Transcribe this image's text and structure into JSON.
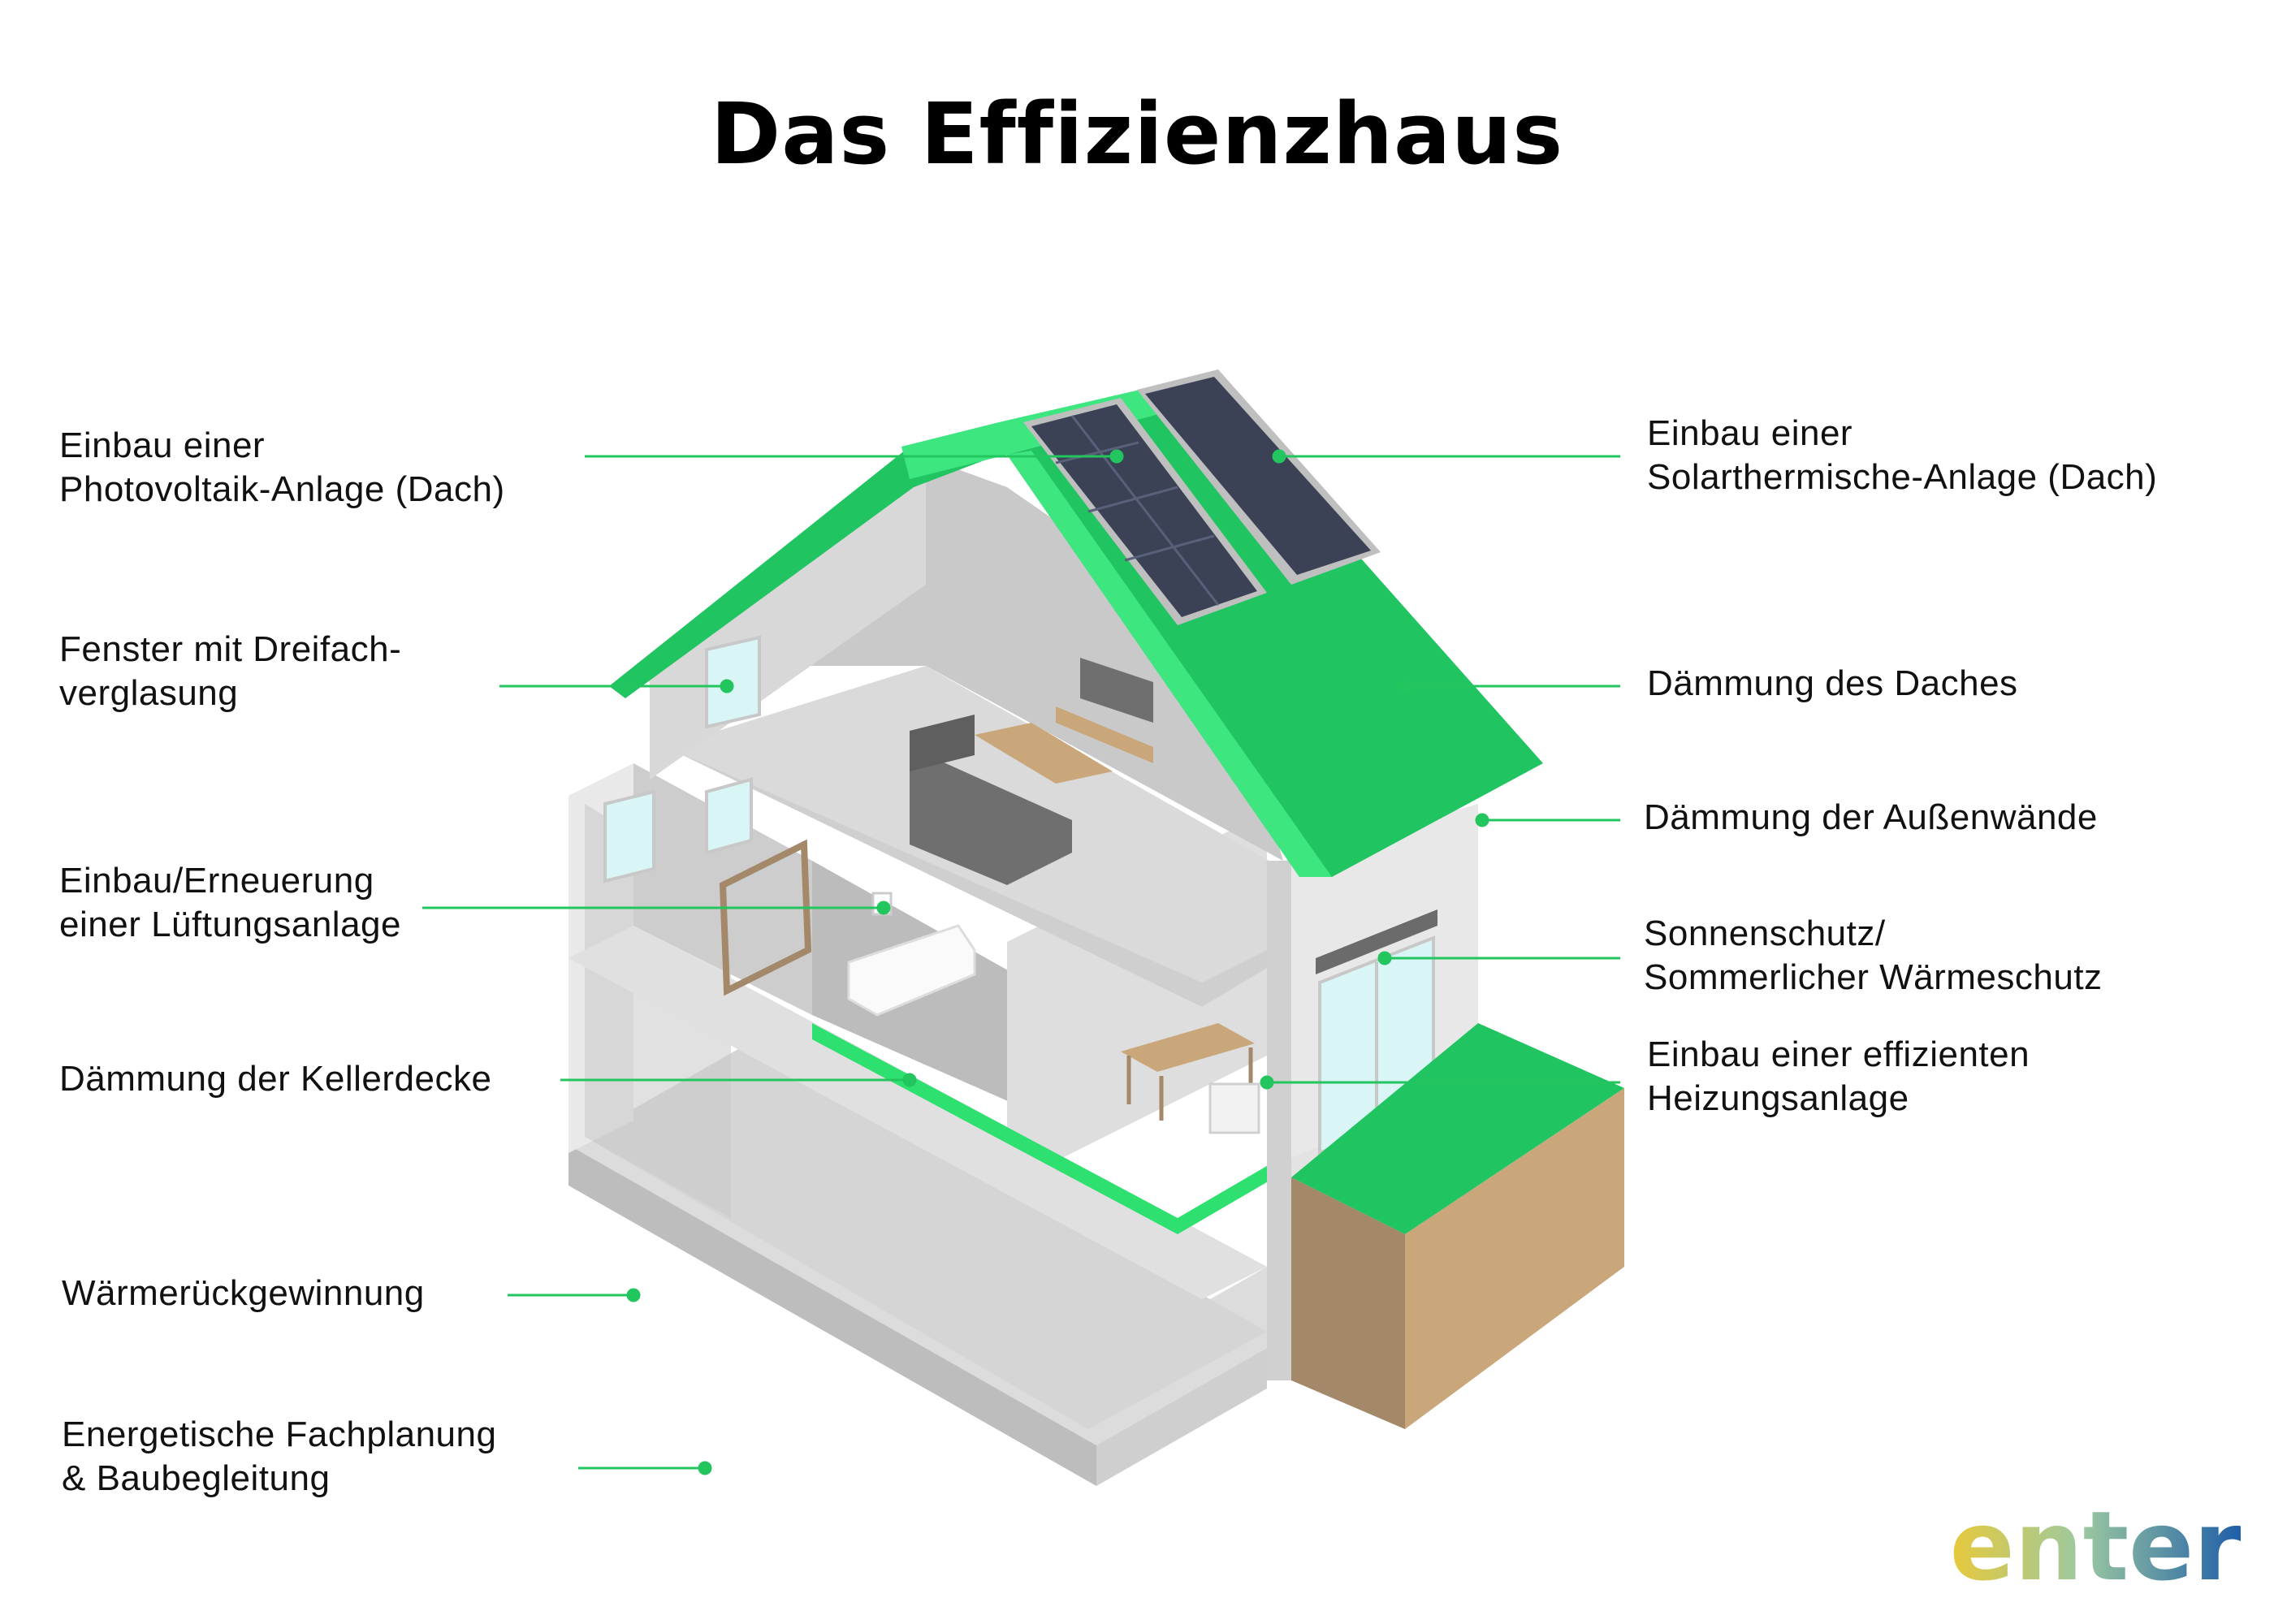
{
  "title": "Das Effizienzhaus",
  "labels": {
    "photovoltaik": "Einbau einer\nPhotovoltaik-Anlage (Dach)",
    "solarthermie": "Einbau einer\nSolarthermische-Anlage (Dach)",
    "fenster": "Fenster mit Dreifach-\nverglasung",
    "daemmung_dach": "Dämmung des Daches",
    "daemmung_aussenwaende": "Dämmung der Außenwände",
    "lueftung": "Einbau/Erneuerung\neiner Lüftungsanlage",
    "sonnenschutz": "Sonnenschutz/\nSommerlicher Wärmeschutz",
    "kellerdecke": "Dämmung der Kellerdecke",
    "heizung": "Einbau einer effizienten\nHeizungsanlage",
    "waermerueckgewinnung": "Wärmerückgewinnung",
    "fachplanung": "Energetische Fachplanung\n& Baubegleitung"
  },
  "logo": {
    "text": "enter"
  },
  "colors": {
    "accent_green": "#22c55e",
    "roof_green": "#20c460",
    "panel_dark": "#3b4256",
    "wall_light": "#e6e6e6",
    "wall_mid": "#cfcfcf",
    "soil_light": "#c9a77b",
    "soil_dark": "#a3886a"
  }
}
